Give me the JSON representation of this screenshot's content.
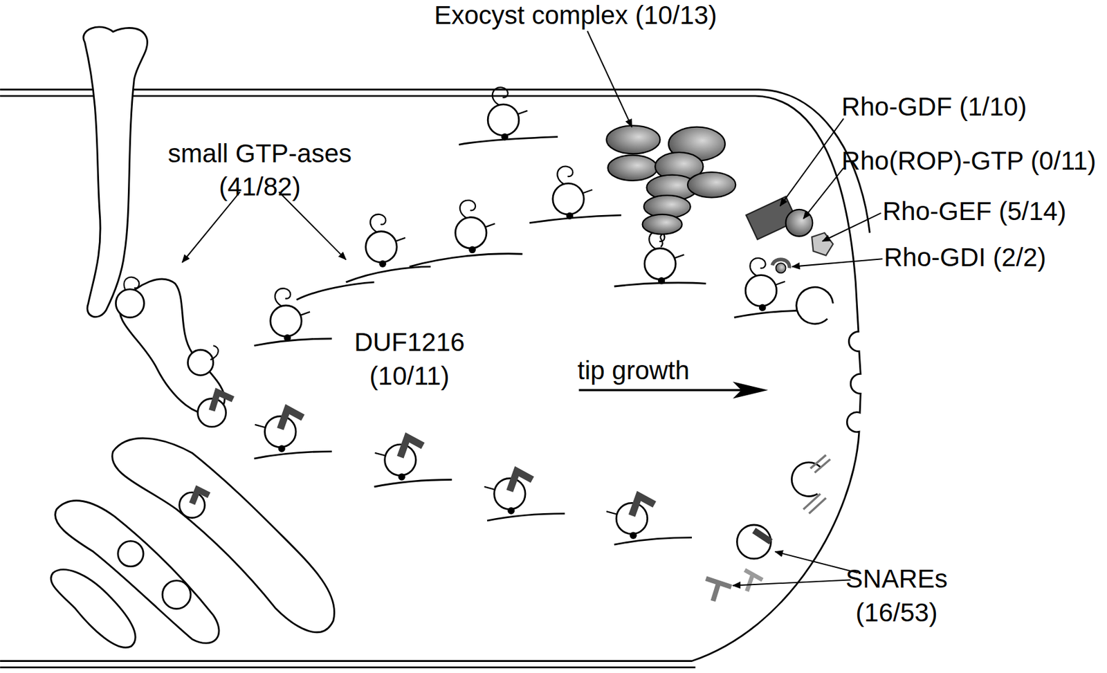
{
  "diagram": {
    "labels": [
      "Exocyst complex (10/13)",
      "Rho-GDF (1/10)",
      "small GTP-ases (41/82)",
      "Rho(ROP)-GTP (0/11)",
      "Rho-GEF (5/14)",
      "Rho-GDI (2/2)",
      "DUF1216 (10/11)",
      "tip growth",
      "SNAREs (16/53)"
    ]
  }
}
